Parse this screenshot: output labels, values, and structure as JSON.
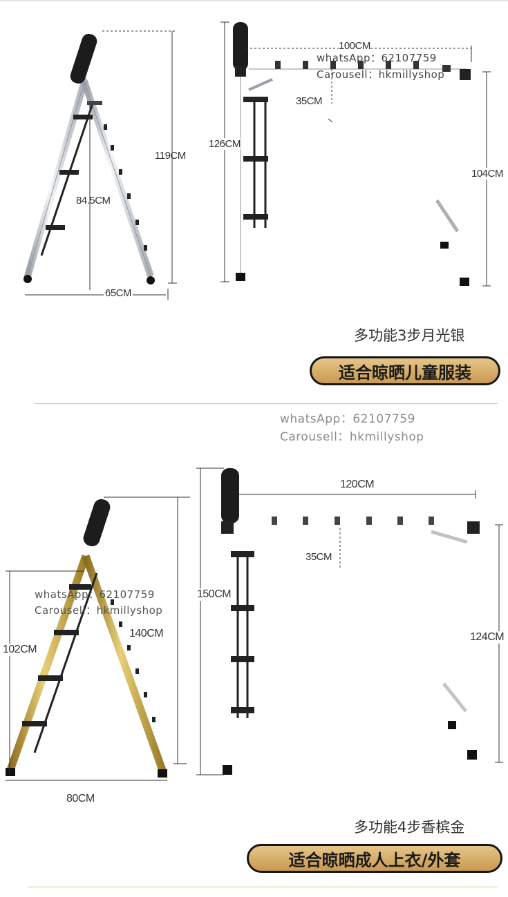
{
  "section1": {
    "dims": {
      "height_total": "119CM",
      "height_platform": "84.5CM",
      "base_width": "65CM",
      "rack_length": "100CM",
      "hanger_spacing": "35CM",
      "rack_height_left": "126CM",
      "rack_height_right": "104CM"
    },
    "watermark": {
      "line1": "whatsApp：62107759",
      "line2": "Carousell：hkmillyshop"
    },
    "caption": "多功能3步月光银",
    "pill": "适合晾晒儿童服装"
  },
  "section2": {
    "dims": {
      "height_platform": "102CM",
      "height_total": "140CM",
      "base_width": "80CM",
      "rack_length": "120CM",
      "hanger_spacing": "35CM",
      "rack_height_left": "150CM",
      "rack_height_right": "124CM"
    },
    "watermark": {
      "line1": "whatsApp：62107759",
      "line2": "Carousell：hkmillyshop"
    },
    "watermark_small": {
      "line1": "whatsApp：62107759",
      "line2": "Carousell：hkmillyshop"
    },
    "caption": "多功能4步香槟金",
    "pill": "适合晾晒成人上衣/外套"
  },
  "colors": {
    "silver": "#cfd3d8",
    "gold": "#c9a646",
    "pill": "#d9b06b",
    "dark": "#161616"
  }
}
